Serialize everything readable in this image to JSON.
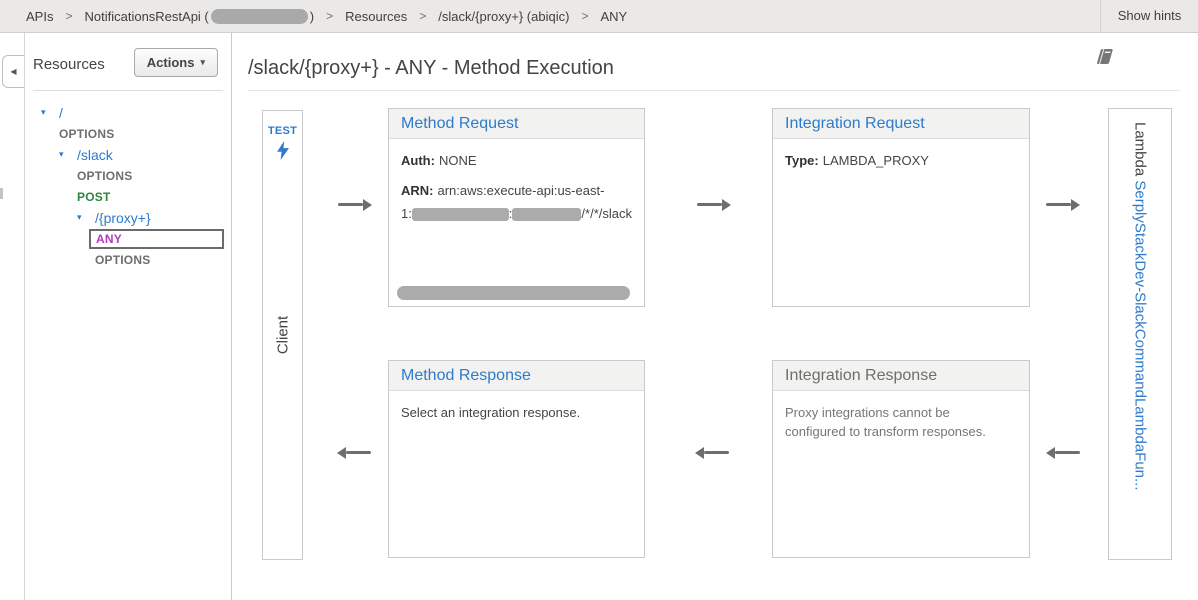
{
  "topbar": {
    "breadcrumb": {
      "separator": ">",
      "apis": "APIs",
      "api_name_prefix": "NotificationsRestApi (",
      "api_name_suffix": ")",
      "resources": "Resources",
      "resource_path": "/slack/{proxy+} (abiqic)",
      "method": "ANY"
    },
    "show_hints": "Show hints"
  },
  "sidebar": {
    "title": "Resources",
    "actions_label": "Actions",
    "collapse_icon": "◀",
    "caret": "▾",
    "tree": {
      "root": "/",
      "root_options": "OPTIONS",
      "slack": "/slack",
      "slack_options": "OPTIONS",
      "slack_post": "POST",
      "proxy": "/{proxy+}",
      "proxy_any": "ANY",
      "proxy_options": "OPTIONS"
    }
  },
  "main": {
    "title": "/slack/{proxy+} - ANY - Method Execution",
    "test_label": "TEST",
    "client_label": "Client",
    "lambda_label": "Lambda ",
    "lambda_function": "SerplyStackDev-SlackCommandLambdaFun...",
    "method_request": {
      "title": "Method Request",
      "auth_label": "Auth:",
      "auth_value": "NONE",
      "arn_label": "ARN:",
      "arn_line1": "arn:aws:execute-api:us-east-",
      "arn_l2_a": "1:",
      "arn_l2_b": ":",
      "arn_l2_c": "/*/*/slack"
    },
    "integration_request": {
      "title": "Integration Request",
      "type_label": "Type:",
      "type_value": "LAMBDA_PROXY"
    },
    "method_response": {
      "title": "Method Response",
      "body": "Select an integration response."
    },
    "integration_response": {
      "title": "Integration Response",
      "body": "Proxy integrations cannot be configured to transform responses."
    }
  },
  "colors": {
    "link_blue": "#2e7bcc",
    "method_gray": "#6e6e6e",
    "method_green": "#2f8540",
    "method_purple": "#b03cc0",
    "redaction_gray": "#ababab",
    "topbar_bg": "#eae9e8"
  }
}
